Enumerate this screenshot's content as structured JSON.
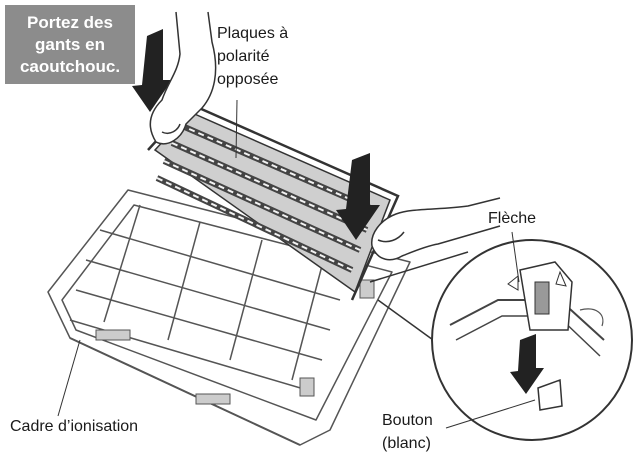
{
  "warning": {
    "line1": "Portez des",
    "line2": "gants en",
    "line3": "caoutchouc."
  },
  "labels": {
    "plates_line1": "Plaques à",
    "plates_line2": "polarité",
    "plates_line3": "opposée",
    "arrow": "Flèche",
    "button_line1": "Bouton",
    "button_line2": "(blanc)",
    "frame": "Cadre d’ionisation"
  },
  "colors": {
    "warning_background": "#8c8c8c",
    "arrow_fill": "#222222",
    "line_art": "#333333"
  },
  "icons": {
    "push_down": "down-arrow-icon",
    "gloved_hand": "hand-icon"
  }
}
